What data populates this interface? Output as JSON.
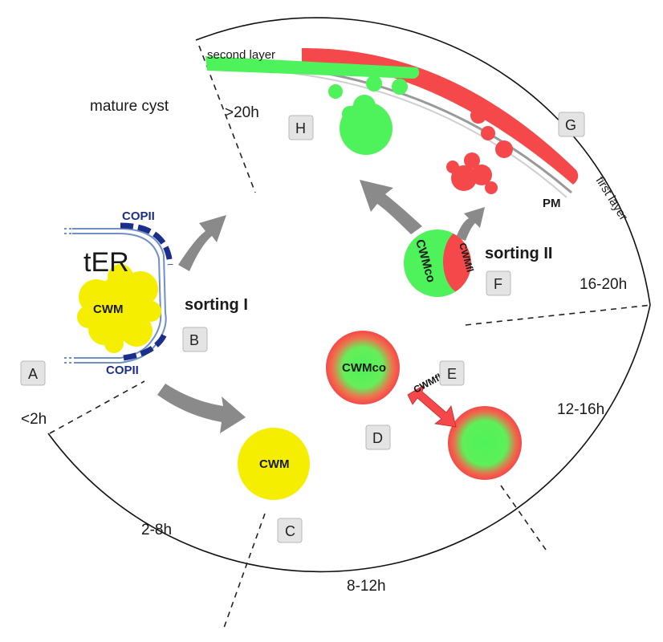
{
  "time_labels": {
    "t_lt2": "<2h",
    "t_2_8": "2-8h",
    "t_8_12": "8-12h",
    "t_12_16": "12-16h",
    "t_16_20": "16-20h",
    "t_gt20": ">20h"
  },
  "labels": {
    "mature_cyst": "mature cyst",
    "second_layer": "second layer",
    "first_layer": "first layer",
    "pm": "PM",
    "ter": "tER",
    "copii_top": "COPII",
    "copii_bottom": "COPII",
    "cwm_er": "CWM",
    "sorting_1": "sorting I",
    "sorting_2": "sorting II",
    "cwm_c": "CWM",
    "cwmco_d": "CWMco",
    "cwmfl_e": "CWMfl",
    "cwmco_f": "CWMco",
    "cwmfl_f": "CWMfl"
  },
  "tags": [
    "A",
    "B",
    "C",
    "D",
    "E",
    "F",
    "G",
    "H"
  ],
  "colors": {
    "yellow": "#f5ee00",
    "green": "#4ef25a",
    "red": "#f4484a",
    "copii_blue": "#1b2f8a",
    "er_blue": "#6f8fc6",
    "arrow_grey": "#8a8a8a",
    "tag_fill": "#e4e4e4"
  }
}
